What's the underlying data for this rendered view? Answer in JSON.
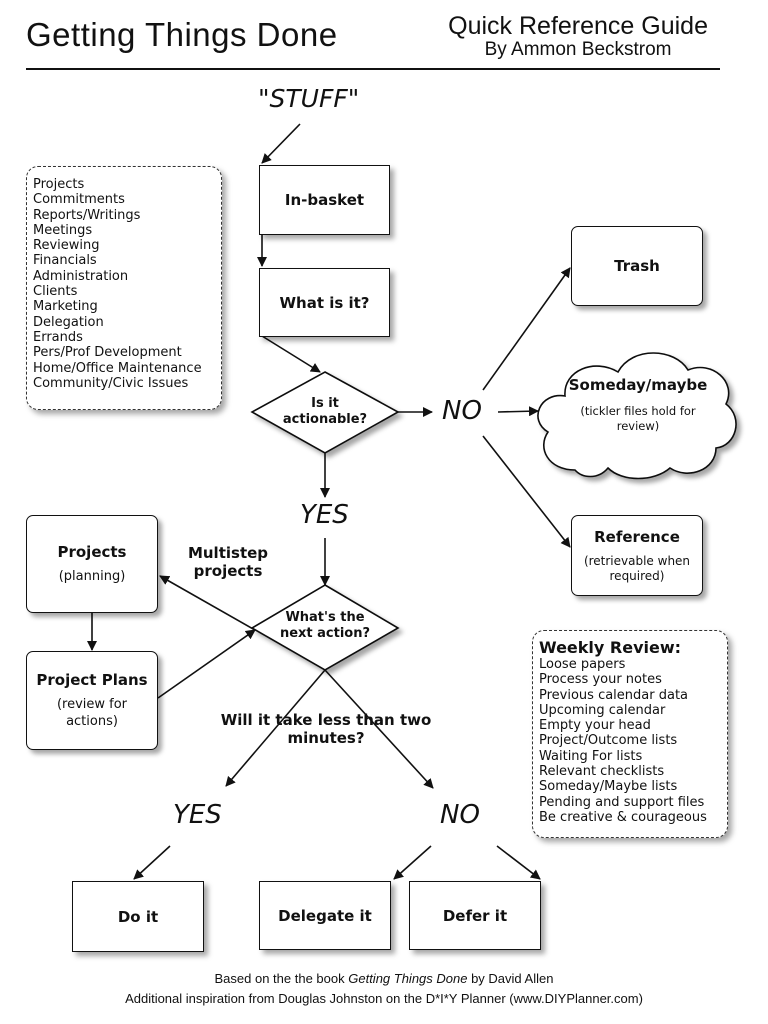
{
  "header": {
    "title": "Getting Things Done",
    "guide": "Quick Reference Guide",
    "author": "By Ammon Beckstrom"
  },
  "flow": {
    "stuff": "\"STUFF\"",
    "inbasket": "In-basket",
    "whatisit": "What is it?",
    "actionable_l1": "Is it",
    "actionable_l2": "actionable?",
    "no1": "NO",
    "yes1": "YES",
    "trash": "Trash",
    "someday": "Someday/maybe",
    "someday_sub": "(tickler files hold for review)",
    "reference": "Reference",
    "reference_sub": "(retrievable when required)",
    "projects": "Projects",
    "projects_sub": "(planning)",
    "multistep": "Multistep projects",
    "nextaction_l1": "What's the",
    "nextaction_l2": "next action?",
    "projectplans": "Project Plans",
    "projectplans_sub": "(review for actions)",
    "twominutes": "Will it take less than two minutes?",
    "yes2": "YES",
    "no2": "NO",
    "doit": "Do it",
    "delegate": "Delegate it",
    "defer": "Defer it"
  },
  "stuff_list": [
    "Projects",
    "Commitments",
    "Reports/Writings",
    "Meetings",
    "Reviewing",
    "Financials",
    "Administration",
    "Clients",
    "Marketing",
    "Delegation",
    "Errands",
    "Pers/Prof Development",
    "Home/Office Maintenance",
    "Community/Civic Issues"
  ],
  "weekly_review": {
    "heading": "Weekly Review:",
    "items": [
      "Loose papers",
      "Process your notes",
      "Previous calendar data",
      "Upcoming calendar",
      "Empty your head",
      "Project/Outcome lists",
      "Waiting For lists",
      "Relevant checklists",
      "Someday/Maybe lists",
      "Pending and support files",
      "Be creative & courageous"
    ]
  },
  "footer": {
    "line1_pre": "Based on the the book ",
    "line1_book": "Getting Things Done",
    "line1_post": " by David Allen",
    "line2": "Additional inspiration from Douglas Johnston on the D*I*Y Planner (www.DIYPlanner.com)"
  }
}
